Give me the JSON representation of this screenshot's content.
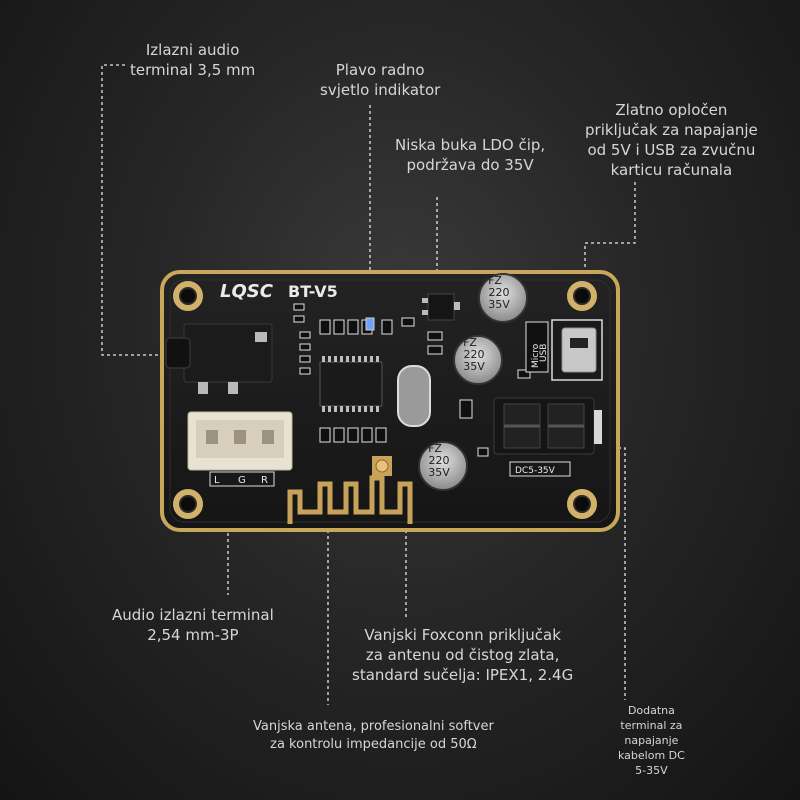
{
  "board": {
    "brand": "LQSC",
    "model": "BT-V5",
    "cap_marking": [
      "FZ",
      "220",
      "35V"
    ],
    "usb_silk": [
      "Micro",
      "USB"
    ],
    "dc_silk": "DC5-35V",
    "header_pins": [
      "L",
      "G",
      "R"
    ]
  },
  "callouts": {
    "audio_jack": [
      "Izlazni audio",
      "terminal 3,5 mm"
    ],
    "led_indicator": [
      "Plavo radno",
      "svjetlo indikator"
    ],
    "ldo_chip": [
      "Niska buka LDO čip,",
      "podržava do 35V"
    ],
    "usb_power": [
      "Zlatno opločen",
      "priključak za napajanje",
      "od 5V i USB za zvučnu",
      "karticu računala"
    ],
    "header_3p": [
      "Audio izlazni terminal",
      "2,54 mm-3P"
    ],
    "ipex_connector": [
      "Vanjski Foxconn priključak",
      "za antenu od čistog zlata,",
      "standard sučelja: IPEX1, 2.4G"
    ],
    "antenna": [
      "Vanjska antena, profesionalni softver",
      "za kontrolu impedancije od 50Ω"
    ],
    "dc_terminal": [
      "Dodatna",
      "terminal za",
      "napajanje",
      "kabelom DC",
      "5-35V"
    ]
  }
}
